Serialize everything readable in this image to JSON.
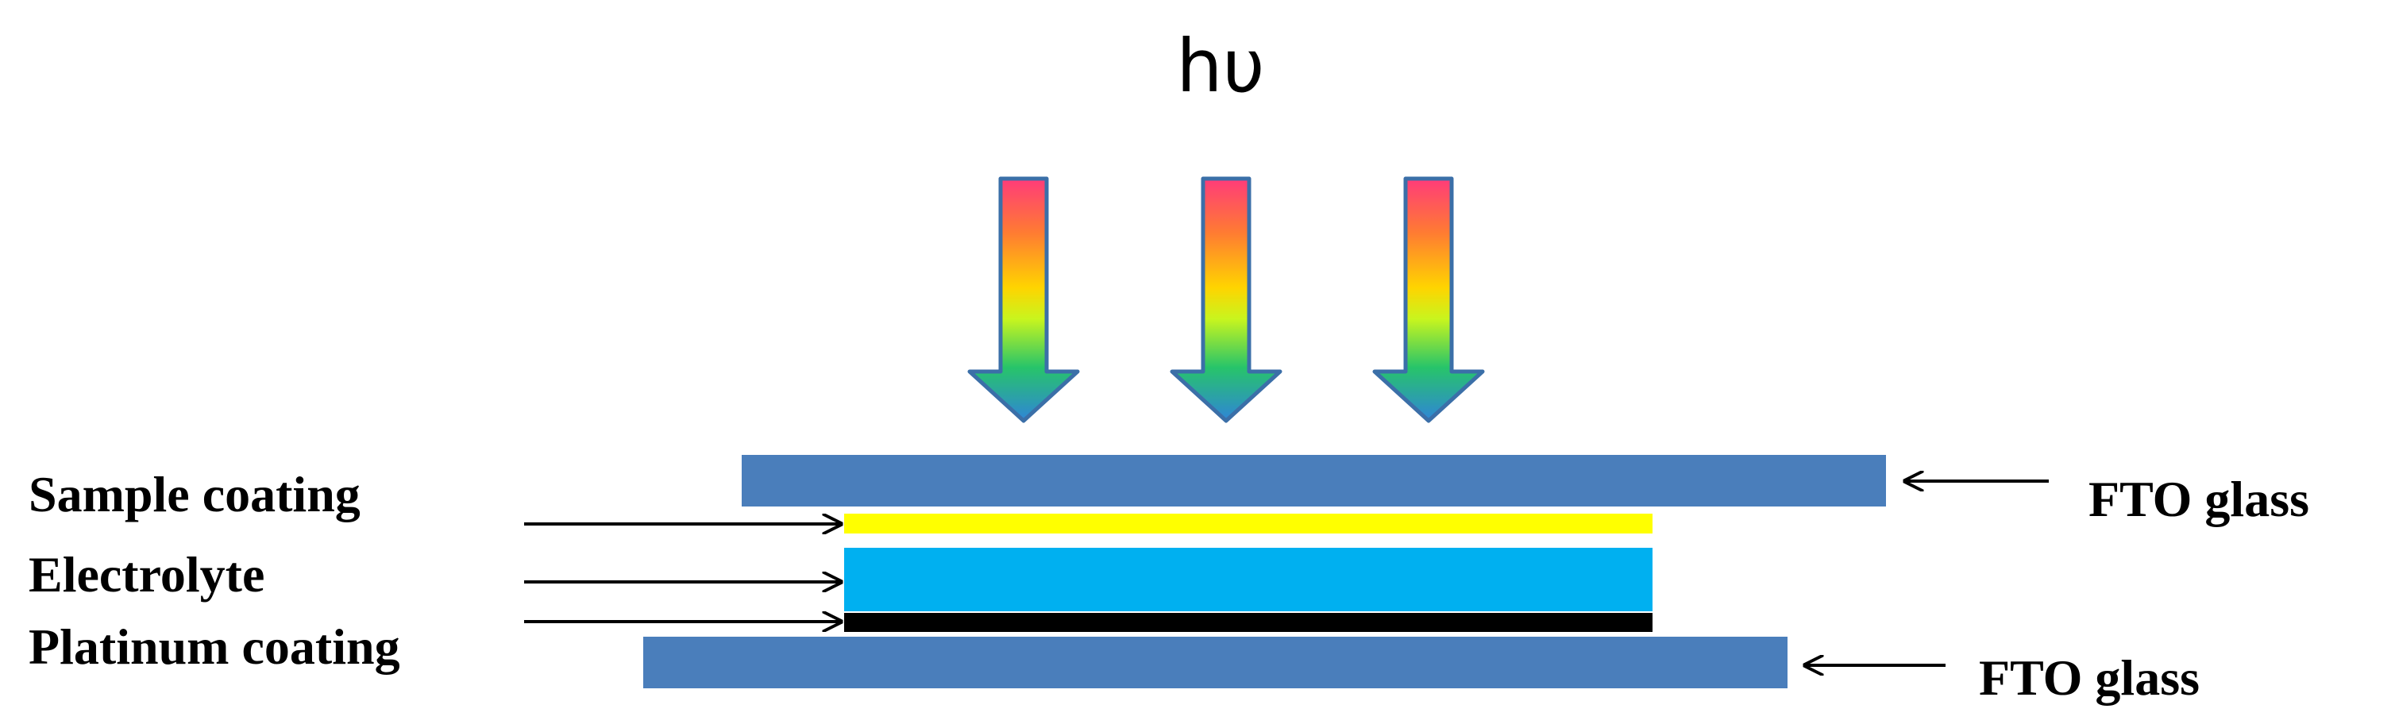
{
  "title": "hυ",
  "labels": {
    "sample_coating": "Sample coating",
    "electrolyte": "Electrolyte",
    "platinum_coating": "Platinum coating",
    "fto_glass_top": "FTO glass",
    "fto_glass_bottom": "FTO glass"
  },
  "colors": {
    "fto_glass": "#4a7ebb",
    "sample_coating": "#ffff00",
    "electrolyte": "#00b0f0",
    "platinum_coating": "#000000",
    "arrow_outline": "#3b6fa8",
    "light_gradient": [
      "#ff3b7a",
      "#ff7a33",
      "#ffd400",
      "#c8f51e",
      "#27c46a",
      "#2f85d8"
    ]
  },
  "icons": {
    "light_rays": "rainbow-down-arrow",
    "pointers": "thin-right-arrow / thin-left-arrow"
  }
}
